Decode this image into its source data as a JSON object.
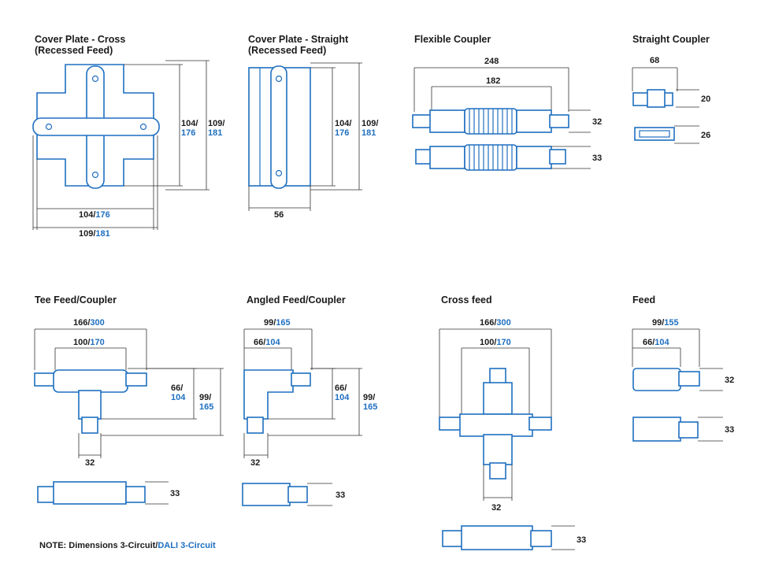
{
  "colors": {
    "line": "#1e6fc0",
    "text": "#1a1a1a",
    "dali": "#1e6fc0"
  },
  "titles": {
    "cover_cross": [
      "Cover Plate - Cross",
      "(Recessed Feed)"
    ],
    "cover_straight": [
      "Cover Plate - Straight",
      "(Recessed Feed)"
    ],
    "flexible": "Flexible Coupler",
    "straight_coupler": "Straight Coupler",
    "tee": "Tee Feed/Coupler",
    "angled": "Angled Feed/Coupler",
    "cross_feed": "Cross feed",
    "feed": "Feed"
  },
  "dims": {
    "cross_h1": {
      "a": "104/",
      "b": "176"
    },
    "cross_h2": {
      "a": "109/",
      "b": "181"
    },
    "cross_w1": {
      "a": "104/",
      "b": "176"
    },
    "cross_w2": {
      "a": "109/",
      "b": "181"
    },
    "straight_h1": {
      "a": "104/",
      "b": "176"
    },
    "straight_h2": {
      "a": "109/",
      "b": "181"
    },
    "straight_w": "56",
    "flex_total": "248",
    "flex_inner": "182",
    "flex_h1": "32",
    "flex_h2": "33",
    "sc_w": "68",
    "sc_h1": "20",
    "sc_h2": "26",
    "tee_w1": {
      "a": "166/",
      "b": "300"
    },
    "tee_w2": {
      "a": "100/",
      "b": "170"
    },
    "tee_h1": {
      "a": "66/",
      "b": "104"
    },
    "tee_h2": {
      "a": "99/",
      "b": "165"
    },
    "tee_bw": "32",
    "tee_side": "33",
    "ang_w1": {
      "a": "99/",
      "b": "165"
    },
    "ang_w2": {
      "a": "66/",
      "b": "104"
    },
    "ang_h1": {
      "a": "66/",
      "b": "104"
    },
    "ang_h2": {
      "a": "99/",
      "b": "165"
    },
    "ang_bw": "32",
    "ang_side": "33",
    "cf_w1": {
      "a": "166/",
      "b": "300"
    },
    "cf_w2": {
      "a": "100/",
      "b": "170"
    },
    "cf_bw": "32",
    "cf_side": "33",
    "feed_w1": {
      "a": "99/",
      "b": "155"
    },
    "feed_w2": {
      "a": "66/",
      "b": "104"
    },
    "feed_h1": "32",
    "feed_h2": "33"
  },
  "note": {
    "prefix": "NOTE: Dimensions 3-Circuit/",
    "dali": "DALI 3-Circuit"
  }
}
